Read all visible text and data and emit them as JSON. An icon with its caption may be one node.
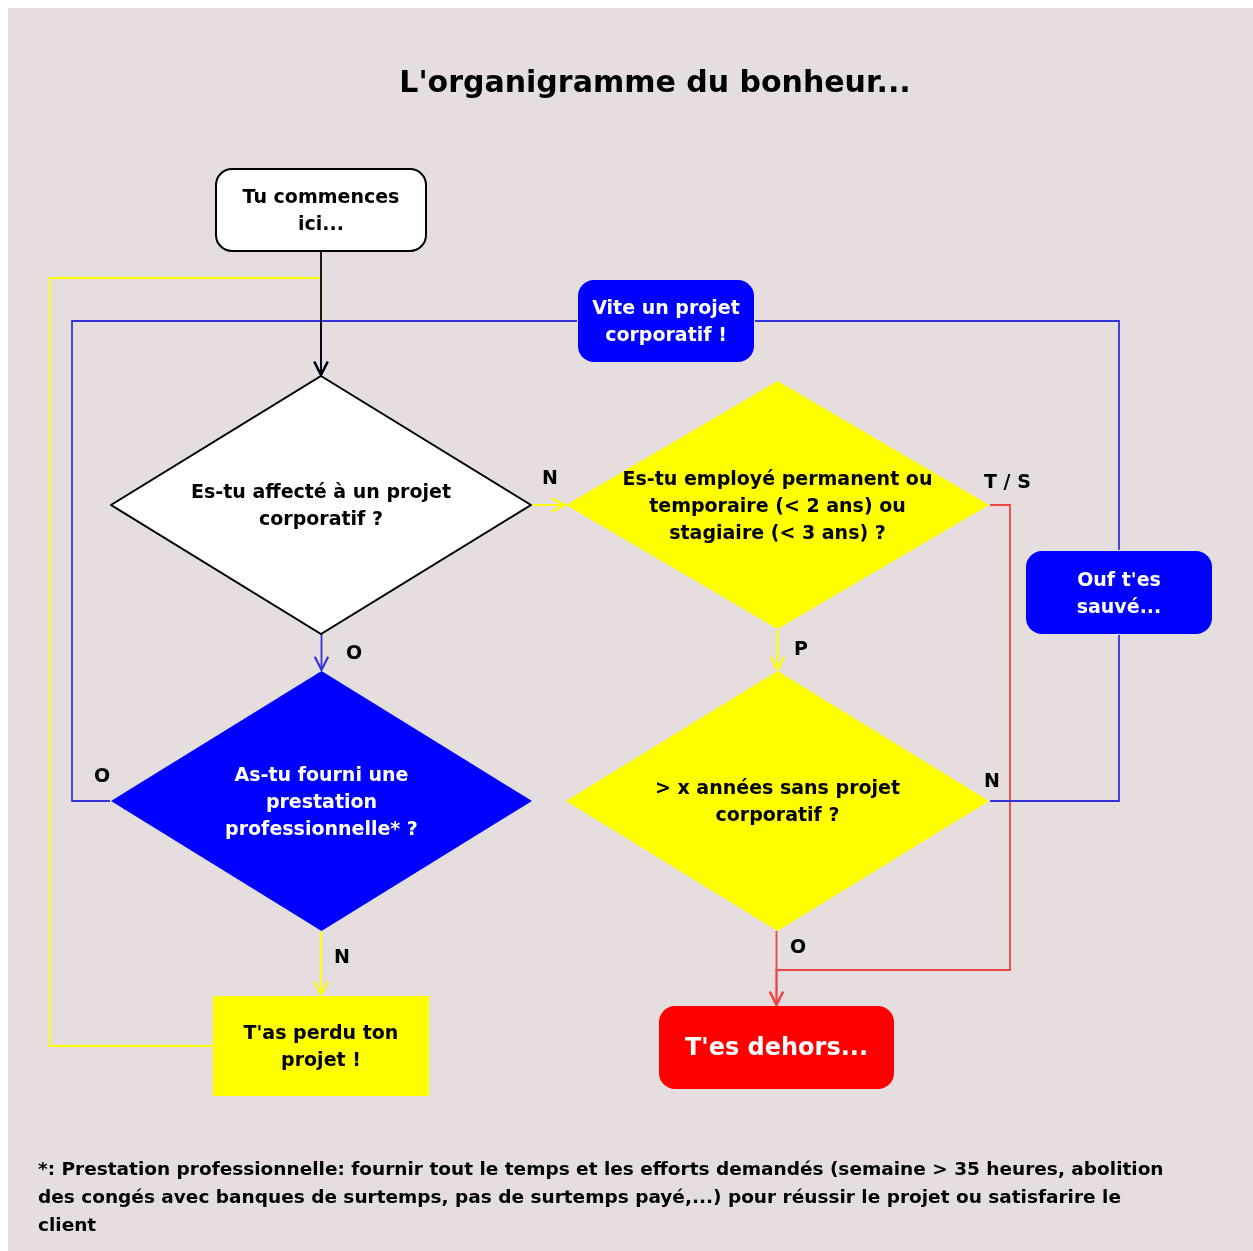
{
  "diagram": {
    "title": "L'organigramme du bonheur...",
    "nodes": [
      {
        "text": [
          "Tu commences ici..."
        ]
      },
      {
        "text": [
          "Vite un projet corporatif !"
        ]
      },
      {
        "text": [
          "Es-tu affecté à un projet corporatif ?"
        ]
      },
      {
        "text": [
          "Es-tu employé permanent ou temporaire (< 2 ans) ou stagiaire (< 3 ans) ?"
        ]
      },
      {
        "text": [
          "Ouf t'es sauvé..."
        ]
      },
      {
        "text": [
          "As-tu fourni une prestation professionnelle* ?"
        ]
      },
      {
        "text": [
          "> x années sans projet corporatif ?"
        ]
      },
      {
        "text": [
          "T'as perdu ton projet !"
        ]
      },
      {
        "text": [
          "T'es dehors..."
        ]
      }
    ],
    "edges": [
      {
        "from": 0,
        "to": 2,
        "arrow": "to",
        "color": "#000000"
      },
      {
        "from": 7,
        "to": 2,
        "arrow": "to",
        "color": "#ffff00"
      },
      {
        "from": 5,
        "to": 2,
        "arrow": "to",
        "label": "O",
        "color": "#3333dd"
      },
      {
        "from": 4,
        "to": 1,
        "arrow": "none",
        "color": "#3333dd"
      },
      {
        "from": 1,
        "to": 2,
        "arrow": "to",
        "color": "#3333dd"
      },
      {
        "from": 2,
        "to": 3,
        "arrow": "to",
        "label": "N",
        "color": "#ffff00"
      },
      {
        "from": 2,
        "to": 5,
        "arrow": "to",
        "label": "O",
        "color": "#3333dd"
      },
      {
        "from": 3,
        "to": 6,
        "arrow": "to",
        "label": "P",
        "color": "#ffff00"
      },
      {
        "from": 3,
        "to": 8,
        "arrow": "to",
        "label": "T / S",
        "color": "#ee4444"
      },
      {
        "from": 6,
        "to": 4,
        "arrow": "none",
        "label": "N",
        "color": "#3333dd"
      },
      {
        "from": 5,
        "to": 7,
        "arrow": "to",
        "label": "N",
        "color": "#ffff00"
      },
      {
        "from": 6,
        "to": 8,
        "arrow": "to",
        "label": "O",
        "color": "#ee4444"
      }
    ],
    "labels": [
      "*: Prestation professionnelle: fournir tout le temps et les efforts demandés (semaine > 35 heures, abolition des congés avec banques de surtemps, pas de surtemps payé,...) pour réussir le projet ou satisfarire le client"
    ]
  }
}
